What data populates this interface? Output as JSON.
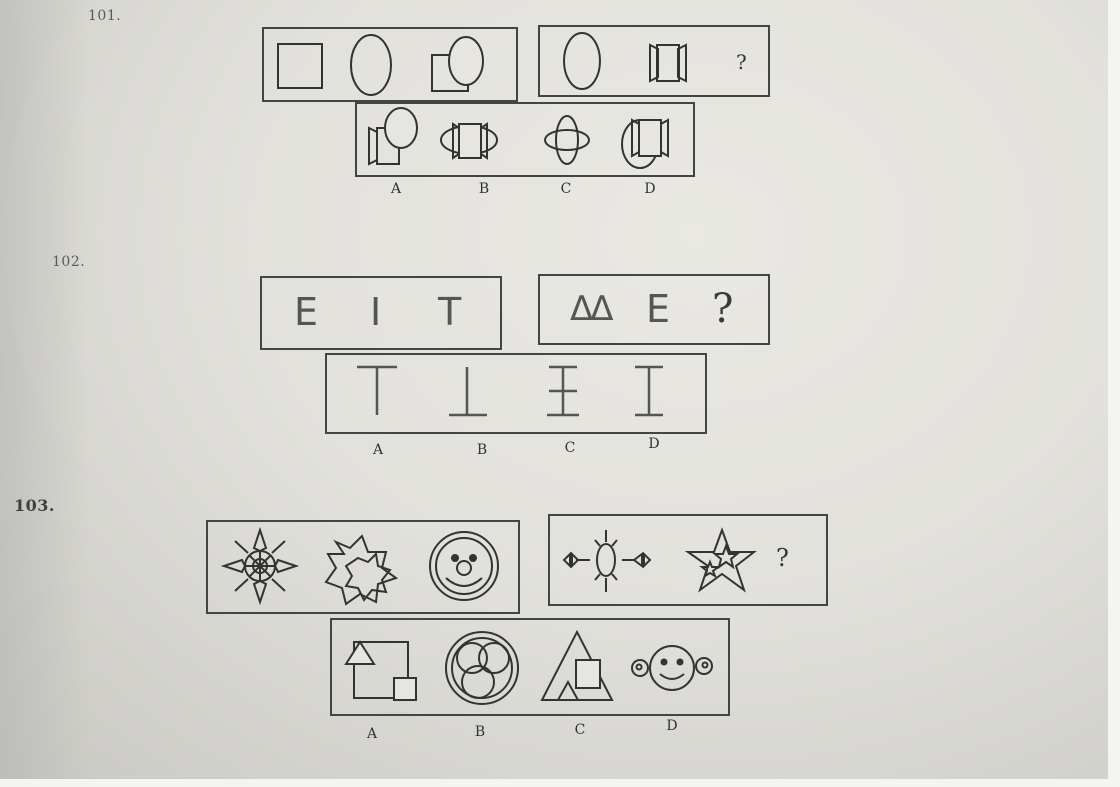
{
  "questions": [
    {
      "number": "101.",
      "group1": [
        "square",
        "oval",
        "square-with-oval"
      ],
      "group2": [
        "oval",
        "hourglass-shape",
        "?"
      ],
      "options": [
        "A",
        "B",
        "C",
        "D"
      ]
    },
    {
      "number": "102.",
      "group1": [
        "E",
        "I",
        "T"
      ],
      "group2": [
        "ΔΔ",
        "E",
        "?"
      ],
      "options": [
        "A",
        "B",
        "C",
        "D"
      ]
    },
    {
      "number": "103.",
      "group1": [
        "sunburst",
        "overlapping-stars",
        "smiling-face-circle"
      ],
      "group2": [
        "sun-with-arrows",
        "star-with-stars",
        "?"
      ],
      "options": [
        "A",
        "B",
        "C",
        "D"
      ]
    }
  ]
}
